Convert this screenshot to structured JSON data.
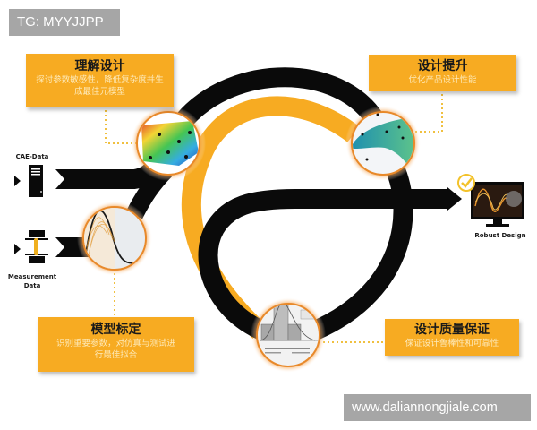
{
  "watermarks": {
    "top": "TG: MYYJJPP",
    "bottom": "www.daliannongjiale.com"
  },
  "inputs": {
    "cae": {
      "label": "CAE-Data",
      "icon": "server-tower-icon"
    },
    "measurement": {
      "label_line1": "Measurement",
      "label_line2": "Data",
      "icon": "test-clamp-icon"
    }
  },
  "output": {
    "label": "Robust Design",
    "icon": "monitor-checkmark-icon"
  },
  "steps": [
    {
      "title": "理解设计",
      "desc_line1": "探讨参数敏感性，降低复杂度并生",
      "desc_line2": "成最佳元模型",
      "image": "colored-response-surface-map"
    },
    {
      "title": "设计提升",
      "desc_line1": "优化产品设计性能",
      "image": "teal-optimization-surface"
    },
    {
      "title": "模型标定",
      "desc_line1": "识别重要参数，对仿真与测试进",
      "desc_line2": "行最佳拟合",
      "image": "orange-curve-fitting-plot"
    },
    {
      "title": "设计质量保证",
      "desc_line1": "保证设计鲁棒性和可靠性",
      "image": "histogram-distribution-plot"
    }
  ],
  "colors": {
    "accent_yellow": "#f7ab22",
    "path_black": "#0a0a0a",
    "halo_orange": "#f08a1c",
    "watermark_gray": "#a6a6a6"
  }
}
